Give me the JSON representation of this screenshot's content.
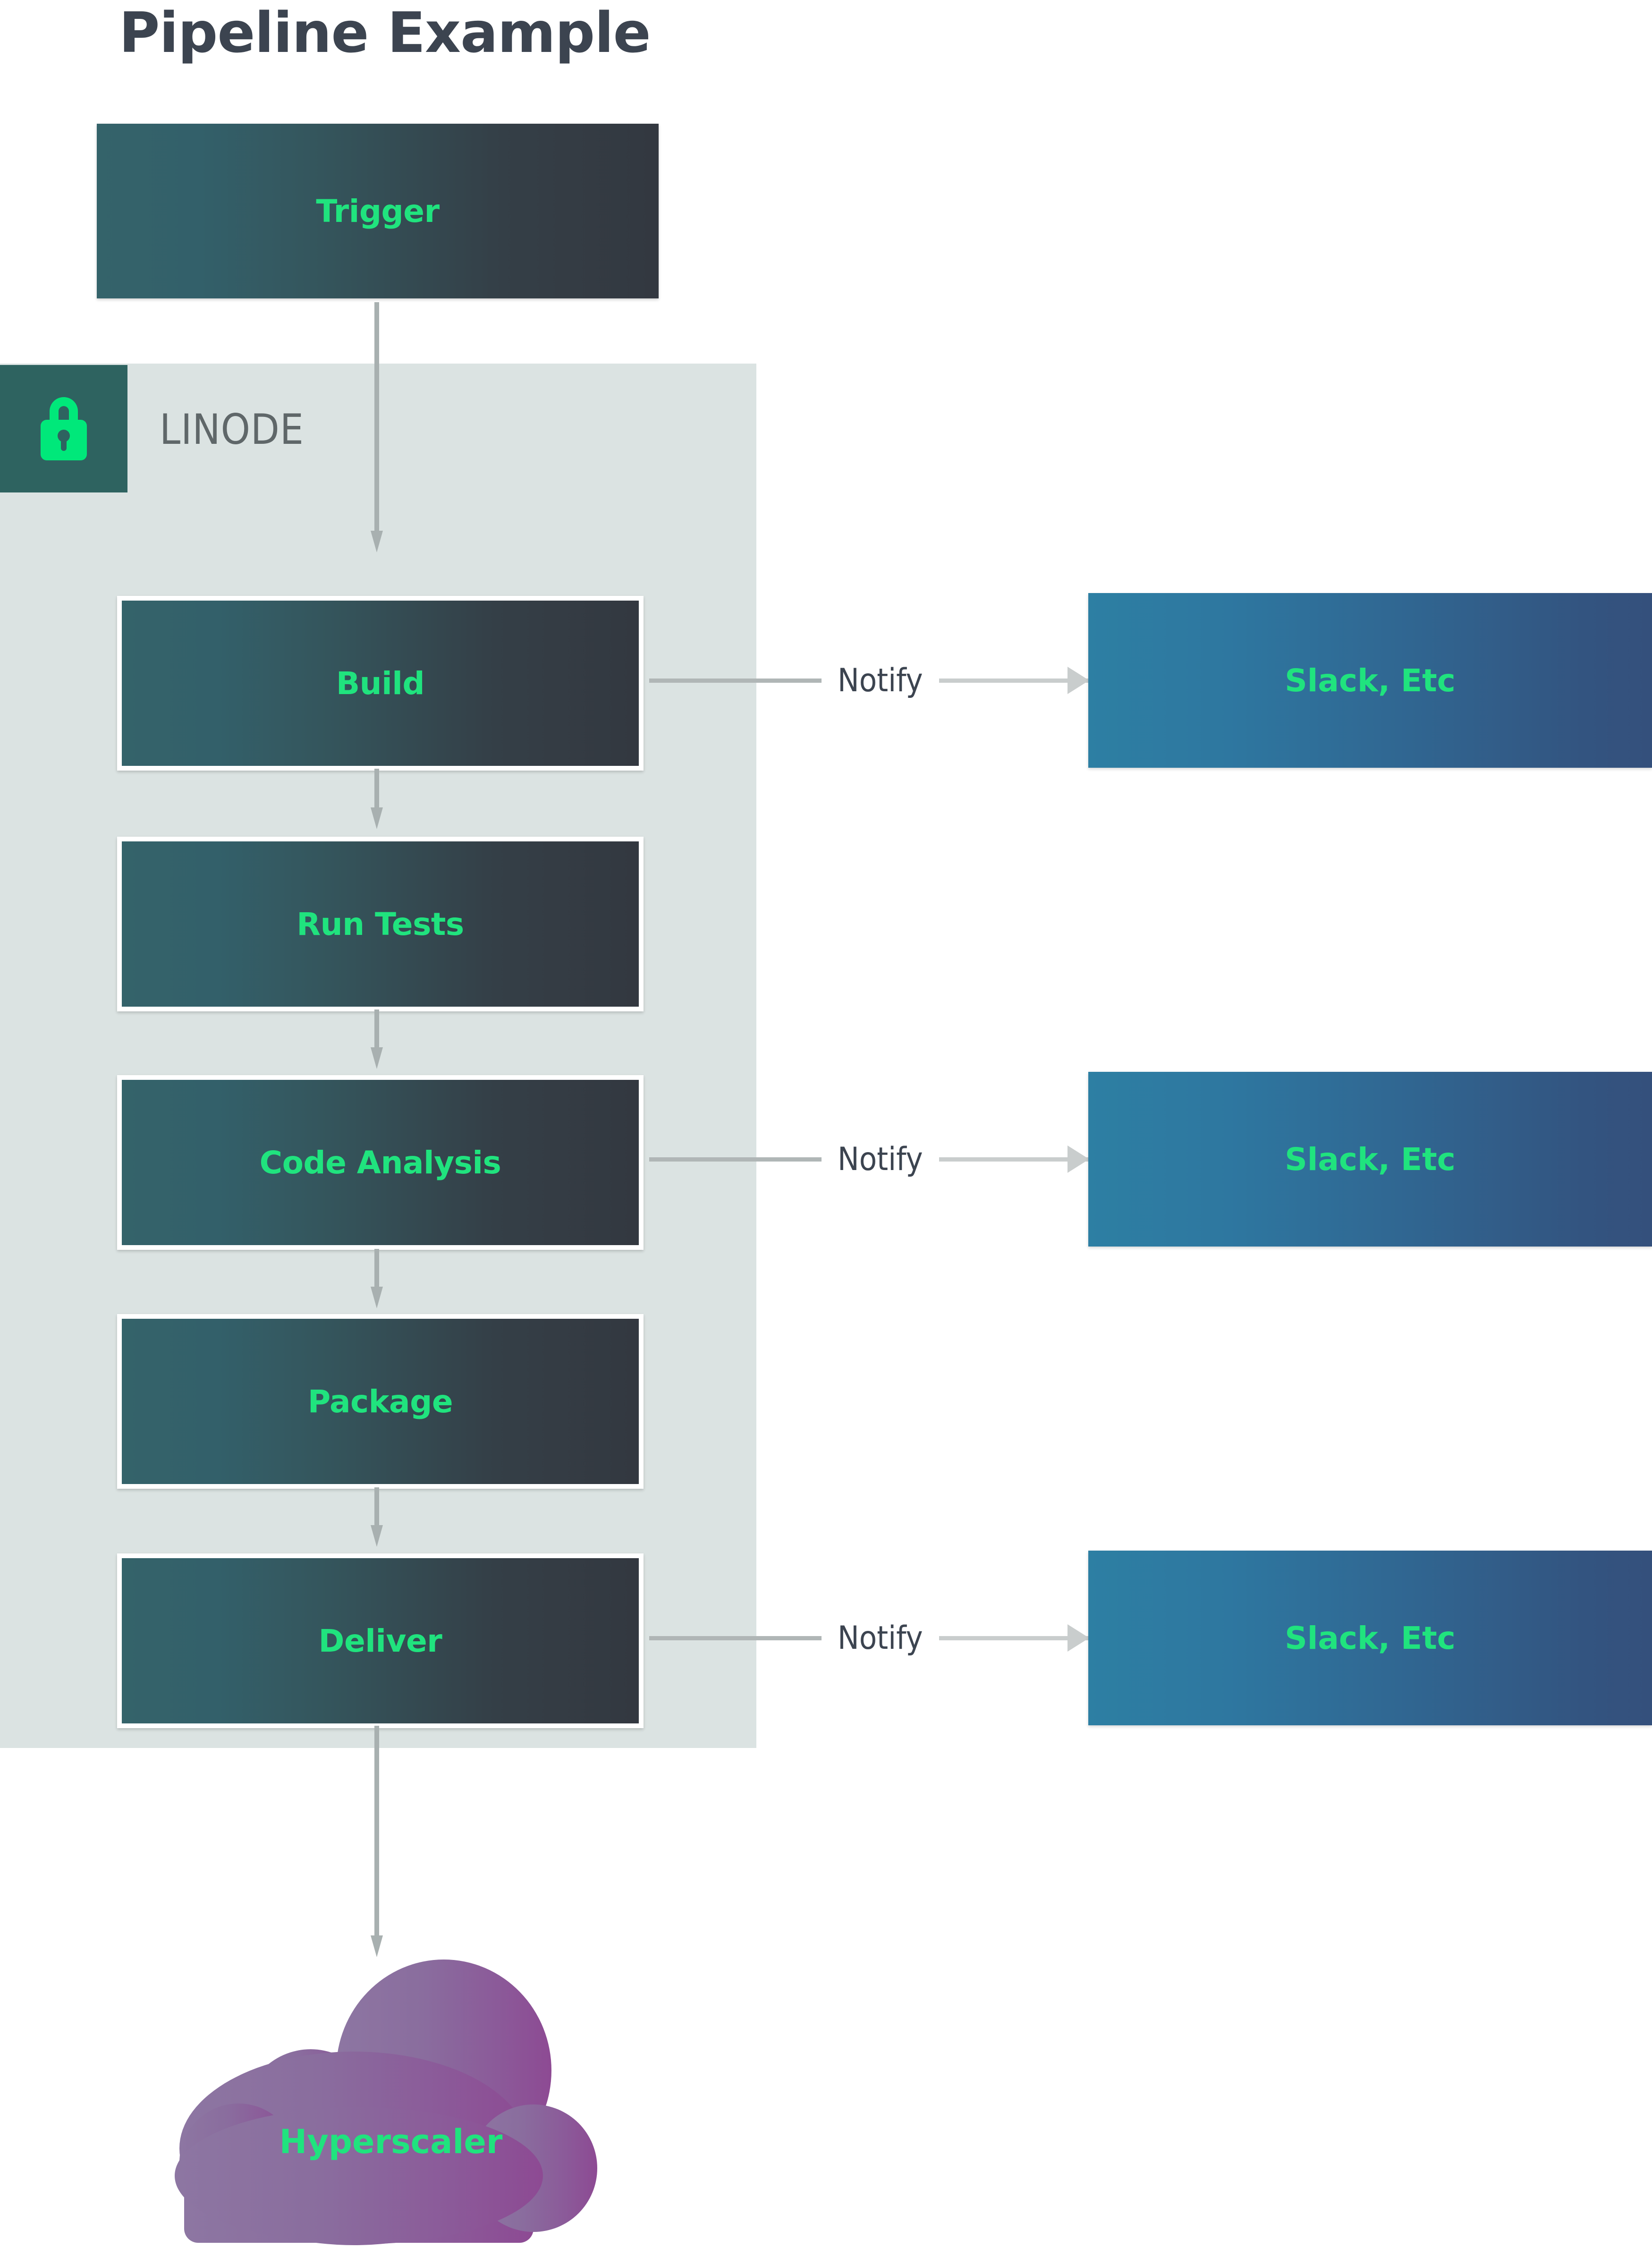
{
  "title": "Pipeline Example",
  "colors": {
    "accent_green": "#20e37e",
    "title_text": "#3c4450",
    "stage_box_start": "#34636a",
    "stage_box_end": "#333840",
    "notify_box_start": "#2d7fa3",
    "notify_box_end": "#34507c",
    "zone_background": "#dbe3e2",
    "badge_background": "#2e6360",
    "cloud_start": "#8a6d9e",
    "cloud_end": "#8b4c92",
    "arrow_gray": "#a8b0b0",
    "label_gray": "#5f6769"
  },
  "trigger": {
    "label": "Trigger"
  },
  "zone": {
    "label": "LINODE",
    "icon": "lock-icon"
  },
  "stages": [
    {
      "id": "build",
      "label": "Build"
    },
    {
      "id": "run-tests",
      "label": "Run Tests"
    },
    {
      "id": "code-analysis",
      "label": "Code Analysis"
    },
    {
      "id": "package",
      "label": "Package"
    },
    {
      "id": "deliver",
      "label": "Deliver"
    }
  ],
  "notifications": [
    {
      "from": "build",
      "edge_label": "Notify",
      "target_label": "Slack, Etc"
    },
    {
      "from": "code-analysis",
      "edge_label": "Notify",
      "target_label": "Slack, Etc"
    },
    {
      "from": "deliver",
      "edge_label": "Notify",
      "target_label": "Slack, Etc"
    }
  ],
  "cloud": {
    "label": "Hyperscaler"
  }
}
